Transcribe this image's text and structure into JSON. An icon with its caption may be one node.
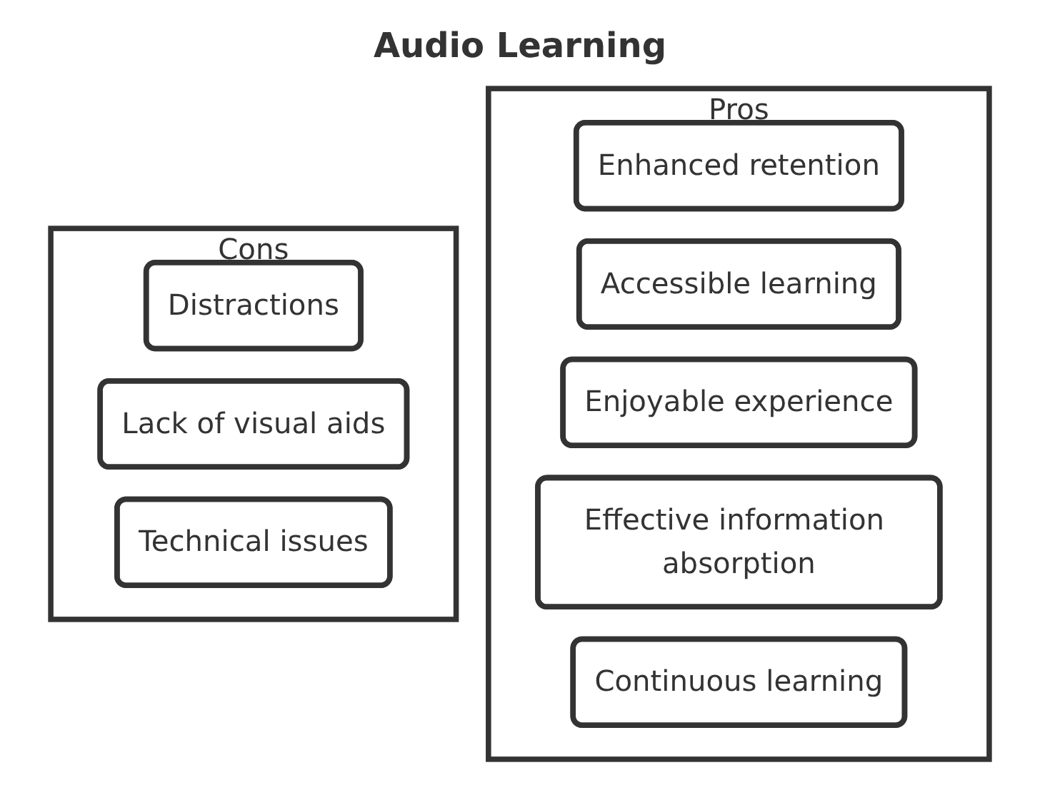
{
  "diagram": {
    "title": "Audio Learning",
    "nodes": [
      {
        "text": [
          "Pros"
        ]
      },
      {
        "text": [
          "Enhanced retention"
        ],
        "in": 0
      },
      {
        "text": [
          "Accessible learning"
        ],
        "in": 0
      },
      {
        "text": [
          "Enjoyable experience"
        ],
        "in": 0
      },
      {
        "text": [
          "Effective information absorption"
        ],
        "in": 0
      },
      {
        "text": [
          "Continuous learning"
        ],
        "in": 0
      },
      {
        "text": [
          "Cons"
        ]
      },
      {
        "text": [
          "Distractions"
        ],
        "in": 6
      },
      {
        "text": [
          "Lack of visual aids"
        ],
        "in": 6
      },
      {
        "text": [
          "Technical issues"
        ],
        "in": 6
      }
    ]
  }
}
